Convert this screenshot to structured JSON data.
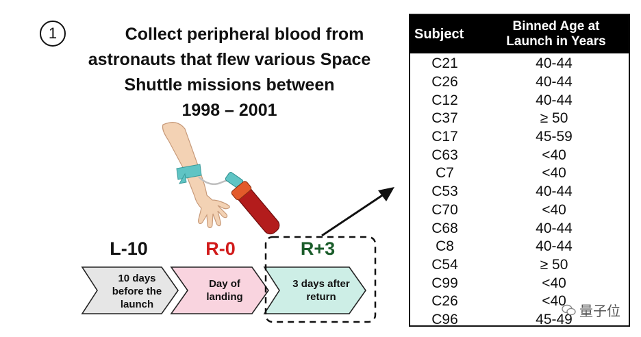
{
  "step": {
    "number": "1"
  },
  "heading": {
    "lines": [
      "Collect peripheral blood from",
      "astronauts that flew various Space",
      "Shuttle  missions between",
      "1998 – 2001"
    ]
  },
  "timeline": [
    {
      "label": "L-10",
      "label_color": "#111111",
      "fill": "#e6e6e6",
      "text": [
        "10 days",
        "before the",
        "launch"
      ]
    },
    {
      "label": "R-0",
      "label_color": "#d11a1a",
      "fill": "#f9d4df",
      "text": [
        "Day of",
        "landing"
      ]
    },
    {
      "label": "R+3",
      "label_color": "#1a5c2a",
      "fill": "#cdeee6",
      "text": [
        "3 days after",
        "return"
      ]
    }
  ],
  "table": {
    "headers": {
      "subject": "Subject",
      "age": [
        "Binned Age at",
        "Launch in Years"
      ]
    },
    "rows": [
      [
        "C21",
        "40-44"
      ],
      [
        "C26",
        "40-44"
      ],
      [
        "C12",
        "40-44"
      ],
      [
        "C37",
        "≥ 50"
      ],
      [
        "C17",
        "45-59"
      ],
      [
        "C63",
        "<40"
      ],
      [
        "C7",
        "<40"
      ],
      [
        "C53",
        "40-44"
      ],
      [
        "C70",
        "<40"
      ],
      [
        "C68",
        "40-44"
      ],
      [
        "C8",
        "40-44"
      ],
      [
        "C54",
        "≥ 50"
      ],
      [
        "C99",
        "<40"
      ],
      [
        "C26",
        "<40"
      ],
      [
        "C96",
        "45-49"
      ]
    ]
  },
  "watermark": {
    "icon": "wechat-icon",
    "text": "量子位"
  }
}
